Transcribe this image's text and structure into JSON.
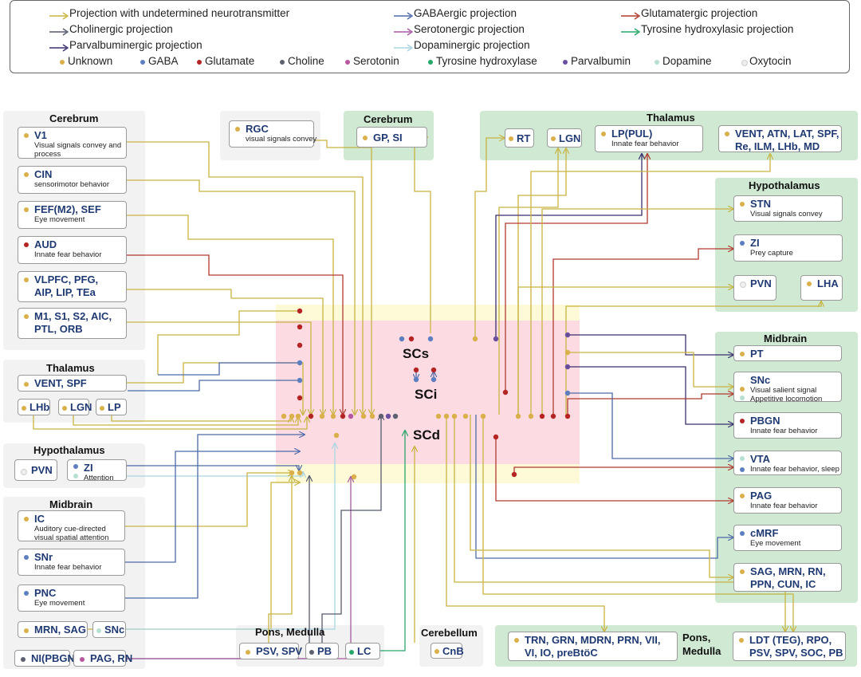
{
  "legend": {
    "projections": [
      {
        "label": "Projection with undetermined neurotransmitter",
        "color": "#c8b441"
      },
      {
        "label": "GABAergic projection",
        "color": "#4e6aa8"
      },
      {
        "label": "Glutamatergic projection",
        "color": "#b03a2e"
      },
      {
        "label": "Cholinergic projection",
        "color": "#555a6e"
      },
      {
        "label": "Serotonergic projection",
        "color": "#a85aa3"
      },
      {
        "label": "Tyrosine hydroxylasic projection",
        "color": "#2aa56a"
      },
      {
        "label": "Parvalbuminergic projection",
        "color": "#3b2e6e"
      },
      {
        "label": "Dopaminergic projection",
        "color": "#a9d6e0"
      }
    ],
    "dots": [
      {
        "label": "Unknown",
        "color": "#d9b04a"
      },
      {
        "label": "GABA",
        "color": "#5d7fbf"
      },
      {
        "label": "Glutamate",
        "color": "#b52424"
      },
      {
        "label": "Choline",
        "color": "#5c6070"
      },
      {
        "label": "Serotonin",
        "color": "#b8569f"
      },
      {
        "label": "Tyrosine hydroxylase",
        "color": "#28a868"
      },
      {
        "label": "Parvalbumin",
        "color": "#6a4fa0"
      },
      {
        "label": "Dopamine",
        "color": "#b6e0cf"
      },
      {
        "label": "Oxytocin",
        "color": "#eeeeee"
      }
    ]
  },
  "sc": {
    "scs": "SCs",
    "sci": "SCi",
    "scd": "SCd"
  },
  "regions": {
    "left_cerebrum": "Cerebrum",
    "left_thalamus": "Thalamus",
    "left_hypothalamus": "Hypothalamus",
    "left_midbrain": "Midbrain",
    "bottom_pons": "Pons, Medulla",
    "bottom_cerebellum": "Cerebellum",
    "top_cerebrum": "Cerebrum",
    "top_thalamus": "Thalamus",
    "right_hypothalamus": "Hypothalamus",
    "right_midbrain": "Midbrain",
    "right_pons_1": "Pons,",
    "right_pons_2": "Medulla"
  },
  "nodes": [
    {
      "id": "v1",
      "title": "V1",
      "sub": [
        "Visual signals convey and",
        "process"
      ],
      "dot": "#d9b04a"
    },
    {
      "id": "cin",
      "title": "CIN",
      "sub": [
        "sensorimotor behavior"
      ],
      "dot": "#d9b04a"
    },
    {
      "id": "fef",
      "title": "FEF(M2), SEF",
      "sub": [
        "Eye movement"
      ],
      "dot": "#d9b04a"
    },
    {
      "id": "aud",
      "title": "AUD",
      "sub": [
        "Innate fear behavior"
      ],
      "dot": "#b52424"
    },
    {
      "id": "vlpfc",
      "title": "VLPFC, PFG,",
      "title2": "AIP, LIP, TEa",
      "sub": [],
      "dot": "#d9b04a"
    },
    {
      "id": "m1",
      "title": "M1, S1, S2, AIC,",
      "title2": "PTL, ORB",
      "sub": [],
      "dot": "#d9b04a"
    },
    {
      "id": "rgc",
      "title": "RGC",
      "sub": [
        "visual signals convey"
      ],
      "dot": "#d9b04a"
    },
    {
      "id": "vent_l",
      "title": "VENT, SPF",
      "sub": [],
      "dot": "#d9b04a"
    },
    {
      "id": "lhb_l",
      "title": "LHb",
      "sub": [],
      "dot": "#d9b04a"
    },
    {
      "id": "lgn_l",
      "title": "LGN",
      "sub": [],
      "dot": "#d9b04a"
    },
    {
      "id": "lp_l",
      "title": "LP",
      "sub": [],
      "dot": "#d9b04a"
    },
    {
      "id": "pvn_l",
      "title": "PVN",
      "sub": [],
      "dot": "#eeeeee"
    },
    {
      "id": "zi_l",
      "title": "ZI",
      "sub": [
        "Attention"
      ],
      "dot": "#5d7fbf",
      "dot2": "#b6e0cf"
    },
    {
      "id": "ic",
      "title": "IC",
      "sub": [
        "Auditory cue-directed",
        "visual spatial attention"
      ],
      "dot": "#d9b04a"
    },
    {
      "id": "snr",
      "title": "SNr",
      "sub": [
        "Innate fear behavior"
      ],
      "dot": "#5d7fbf"
    },
    {
      "id": "pnc",
      "title": "PNC",
      "sub": [
        "Eye movement"
      ],
      "dot": "#5d7fbf"
    },
    {
      "id": "mrn_l",
      "title": "MRN, SAG",
      "sub": [],
      "dot": "#d9b04a"
    },
    {
      "id": "snc_l",
      "title": "SNc",
      "sub": [],
      "dot": "#b6e0cf"
    },
    {
      "id": "ni",
      "title": "NI(PBGN)",
      "sub": [],
      "dot": "#5c6070"
    },
    {
      "id": "pag_l",
      "title": "PAG, RN",
      "sub": [],
      "dot": "#b8569f"
    },
    {
      "id": "psv",
      "title": "PSV, SPV",
      "sub": [],
      "dot": "#d9b04a"
    },
    {
      "id": "pb",
      "title": "PB",
      "sub": [],
      "dot": "#5c6070"
    },
    {
      "id": "lc",
      "title": "LC",
      "sub": [],
      "dot": "#28a868"
    },
    {
      "id": "cnb",
      "title": "CnB",
      "sub": [],
      "dot": "#d9b04a"
    },
    {
      "id": "gp",
      "title": "GP, SI",
      "sub": [],
      "dot": "#d9b04a"
    },
    {
      "id": "rt",
      "title": "RT",
      "sub": [],
      "dot": "#d9b04a"
    },
    {
      "id": "lgn_t",
      "title": "LGN",
      "sub": [],
      "dot": "#d9b04a"
    },
    {
      "id": "lp_pul",
      "title": "LP(PUL)",
      "sub": [
        "Innate fear behavior"
      ],
      "dot": "#d9b04a"
    },
    {
      "id": "vent_t",
      "title": "VENT, ATN, LAT, SPF,",
      "title2": "Re, ILM, LHb, MD",
      "sub": [],
      "dot": "#d9b04a"
    },
    {
      "id": "stn",
      "title": "STN",
      "sub": [
        "Visual signals convey"
      ],
      "dot": "#d9b04a"
    },
    {
      "id": "zi_r",
      "title": "ZI",
      "sub": [
        "Prey capture"
      ],
      "dot": "#5d7fbf"
    },
    {
      "id": "pvn_r",
      "title": "PVN",
      "sub": [],
      "dot": "#eeeeee"
    },
    {
      "id": "lha",
      "title": "LHA",
      "sub": [],
      "dot": "#d9b04a"
    },
    {
      "id": "pt",
      "title": "PT",
      "sub": [],
      "dot": "#d9b04a"
    },
    {
      "id": "snc_r",
      "title": "SNc",
      "sub": [
        "Visual salient signal",
        "Appetitive locomotion"
      ],
      "dot": "#d9b04a",
      "dot2": "#b6e0cf"
    },
    {
      "id": "pbgn",
      "title": "PBGN",
      "sub": [
        "Innate fear behavior"
      ],
      "dot": "#b52424"
    },
    {
      "id": "vta",
      "title": "VTA",
      "sub": [
        "Innate fear behavior, sleep"
      ],
      "dot": "#b6e0cf",
      "dot2": "#5d7fbf"
    },
    {
      "id": "pag_r",
      "title": "PAG",
      "sub": [
        "Innate fear behavior"
      ],
      "dot": "#d9b04a"
    },
    {
      "id": "cmrf",
      "title": "cMRF",
      "sub": [
        "Eye movement"
      ],
      "dot": "#5d7fbf"
    },
    {
      "id": "sag",
      "title": "SAG, MRN, RN,",
      "title2": "PPN, CUN, IC",
      "sub": [],
      "dot": "#d9b04a"
    },
    {
      "id": "trn",
      "title": "TRN, GRN, MDRN, PRN, VII,",
      "title2": "VI, IO, preBtöC",
      "sub": [],
      "dot": "#d9b04a"
    },
    {
      "id": "ldt",
      "title": "LDT (TEG), RPO,",
      "title2": "PSV, SPV, SOC, PB",
      "sub": [],
      "dot": "#d9b04a"
    }
  ]
}
